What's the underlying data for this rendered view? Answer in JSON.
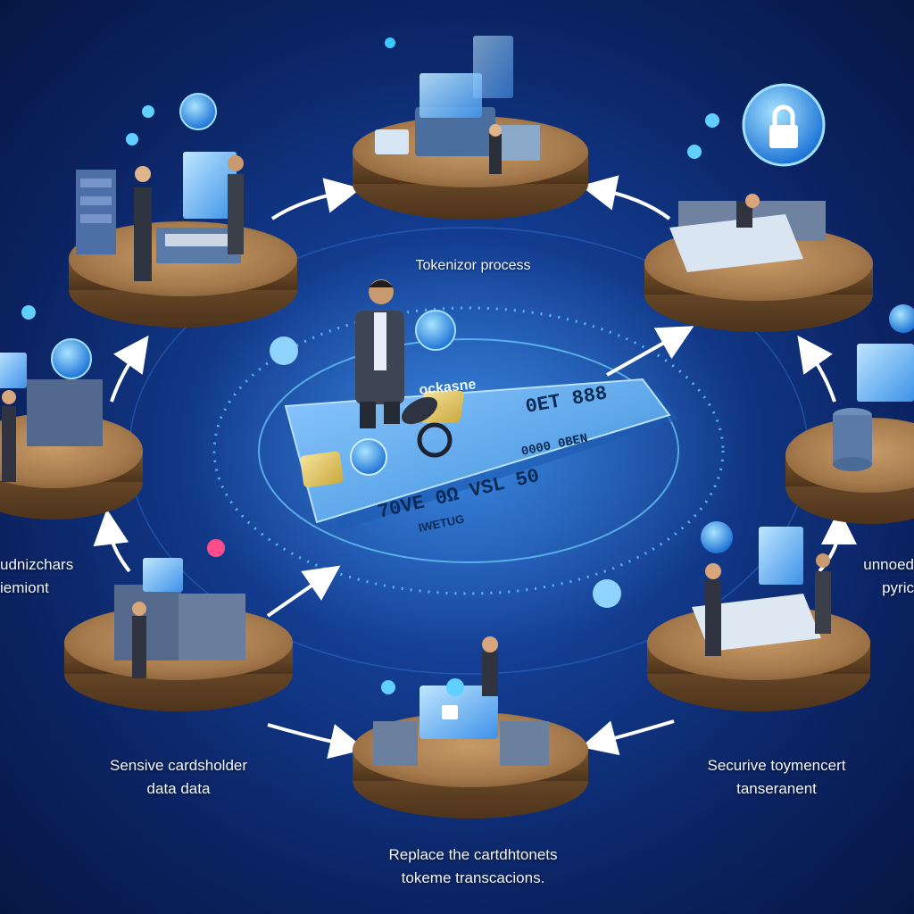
{
  "labels": {
    "center": "Tokenizor process",
    "left_upper": [
      "udnizchars",
      "iemiont"
    ],
    "right_upper": [
      "unnoed",
      "pyric"
    ],
    "bottom_left": [
      "Sensive cardsholder",
      "data data"
    ],
    "bottom_right": [
      "Securive toymencert",
      "tanseranent"
    ],
    "bottom_center": [
      "Replace the cartdhtonets",
      "tokeme transcacions."
    ]
  },
  "card": {
    "brand": "ockasne",
    "number_line1": "0ET 888",
    "number_line2": "70VE 0Ω VSL 50",
    "number_side": "0000 0BEN",
    "name": "IWETUG"
  },
  "colors": {
    "background": "#0b2362",
    "accent": "#3aa0ff",
    "glow": "#7fd0ff",
    "wood": "#a57a4d",
    "card": "#5fa8ea"
  }
}
